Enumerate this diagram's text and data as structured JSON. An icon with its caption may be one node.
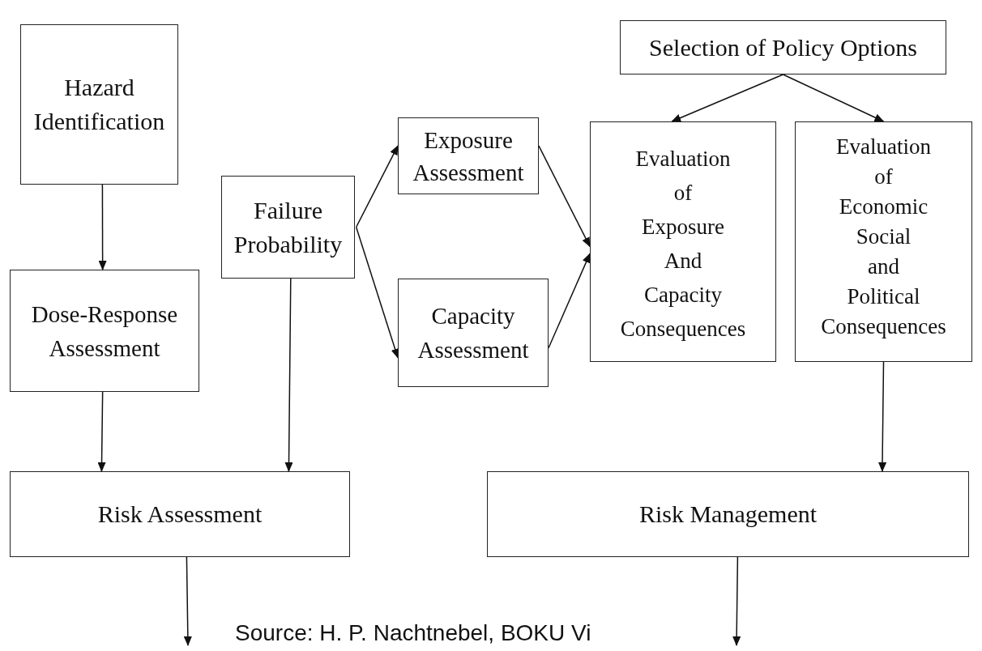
{
  "diagram": {
    "nodes": [
      {
        "text": [
          "Hazard Identification"
        ]
      },
      {
        "text": [
          "Selection of Policy Options"
        ]
      },
      {
        "text": [
          "Exposure Assessment"
        ]
      },
      {
        "text": [
          "Evaluation of Exposure And Capacity Consequences"
        ]
      },
      {
        "text": [
          "Evaluation of Economic Social and Political Consequences"
        ]
      },
      {
        "text": [
          "Failure Probability"
        ]
      },
      {
        "text": [
          "Dose-Response Assessment"
        ]
      },
      {
        "text": [
          "Capacity Assessment"
        ]
      },
      {
        "text": [
          "Risk Assessment"
        ]
      },
      {
        "text": [
          "Risk Management"
        ]
      }
    ],
    "edges": [
      {
        "from": 0,
        "to": 6,
        "arrow": "to"
      },
      {
        "from": 6,
        "to": 8,
        "arrow": "to"
      },
      {
        "from": 5,
        "to": 8,
        "arrow": "to"
      },
      {
        "from": 5,
        "to": 2,
        "arrow": "to"
      },
      {
        "from": 5,
        "to": 7,
        "arrow": "to"
      },
      {
        "from": 2,
        "to": 3,
        "arrow": "to"
      },
      {
        "from": 7,
        "to": 3,
        "arrow": "to"
      },
      {
        "from": 1,
        "to": 3,
        "arrow": "to"
      },
      {
        "from": 1,
        "to": 4,
        "arrow": "to"
      },
      {
        "from": 4,
        "to": 9,
        "arrow": "to"
      },
      {
        "from": 8,
        "to": null,
        "arrow": "to"
      },
      {
        "from": 9,
        "to": null,
        "arrow": "to"
      }
    ],
    "labels": [
      "Source: H. P. Nachtnebel, BOKU Vi"
    ]
  }
}
